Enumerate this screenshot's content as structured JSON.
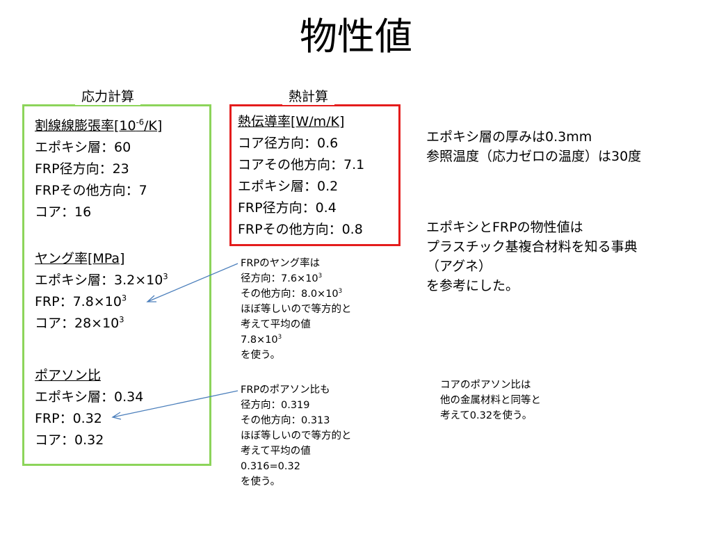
{
  "title": "物性値",
  "stress_box": {
    "label": "応力計算",
    "expansion": {
      "heading_pre": "割線線膨張率[10",
      "heading_exp": "-6",
      "heading_post": "/K]",
      "rows": [
        "エポキシ層：60",
        "FRP径方向：23",
        "FRPその他方向：7",
        "コア：16"
      ]
    },
    "young": {
      "heading": "ヤング率[MPa]",
      "rows": [
        {
          "text": "エポキシ層：3.2×10",
          "exp": "3"
        },
        {
          "text": "FRP：7.8×10",
          "exp": "3"
        },
        {
          "text": "コア：28×10",
          "exp": "3"
        }
      ]
    },
    "poisson": {
      "heading": "ポアソン比",
      "rows": [
        "エポキシ層：0.34",
        "FRP：0.32",
        "コア：0.32"
      ]
    }
  },
  "thermal_box": {
    "label": "熱計算",
    "heading": "熱伝導率[W/m/K]",
    "rows": [
      "コア径方向：0.6",
      "コアその他方向：7.1",
      "エポキシ層：0.2",
      "FRP径方向：0.4",
      "FRPその他方向：0.8"
    ]
  },
  "note_young": {
    "line1": "FRPのヤング率は",
    "line2_text": "径方向：7.6×10",
    "line2_exp": "3",
    "line3_text": "その他方向：8.0×10",
    "line3_exp": "3",
    "line4": "ほぼ等しいので等方的と",
    "line5": "考えて平均の値",
    "line6_text": "7.8×10",
    "line6_exp": "3",
    "line7": "を使う。"
  },
  "note_poisson": {
    "lines": [
      "FRPのポアソン比も",
      "径方向：0.319",
      "その他方向：0.313",
      "ほぼ等しいので等方的と",
      "考えて平均の値",
      "0.316=0.32",
      "を使う。"
    ]
  },
  "info_epoxy": {
    "lines": [
      "エポキシ層の厚みは0.3mm",
      "参照温度（応力ゼロの温度）は30度"
    ]
  },
  "info_source": {
    "lines": [
      "エポキシとFRPの物性値は",
      "プラスチック基複合材料を知る事典",
      "（アグネ）",
      "を参考にした。"
    ]
  },
  "info_core": {
    "lines": [
      "コアのポアソン比は",
      "他の金属材料と同等と",
      "考えて0.32を使う。"
    ]
  },
  "colors": {
    "stress_border": "#8cd45a",
    "thermal_border": "#e41c1c",
    "arrow": "#4a7ebb"
  }
}
